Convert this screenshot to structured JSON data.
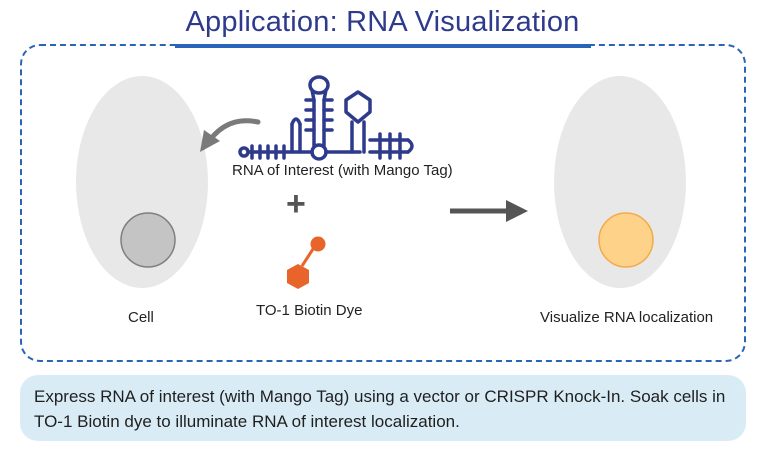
{
  "title": "Application: RNA Visualization",
  "labels": {
    "cell": "Cell",
    "rna": "RNA of Interest (with Mango Tag)",
    "dye": "TO-1 Biotin Dye",
    "visualize": "Visualize RNA localization",
    "plus": "+"
  },
  "caption": "Express RNA of interest (with Mango Tag) using a vector or CRISPR Knock-In. Soak cells in TO-1 Biotin dye to illuminate RNA of interest localization.",
  "colors": {
    "title": "#2e3a8c",
    "frame": "#2a64b8",
    "cell_body": "#e8e8e8",
    "nucleus_gray": "#c4c4c4",
    "nucleus_lit": "#ffd28a",
    "rna": "#2e3a8c",
    "dye": "#e8642a",
    "arrow": "#555555",
    "caption_bg": "#d9ecf6"
  }
}
